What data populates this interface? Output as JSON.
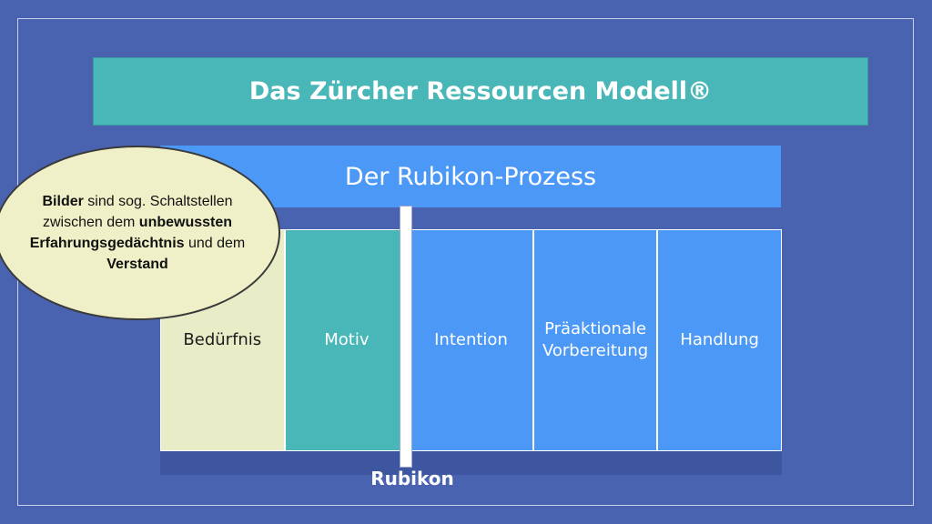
{
  "slide": {
    "title": "Das Zürcher Ressourcen Modell®",
    "subtitle": "Der Rubikon-Prozess",
    "phases": [
      "Bedürfnis",
      "Motiv",
      "Intention",
      "Präaktionale\nVorbereitung",
      "Handlung"
    ],
    "rubikon_label": "Rubikon",
    "callout": {
      "part1_bold": "Bilder",
      "part2": " sind sog. Schaltstellen zwischen dem ",
      "part3_bold": "unbewussten Erfahrungsgedächtnis",
      "part4": " und dem ",
      "part5_bold": "Verstand"
    }
  },
  "colors": {
    "background": "#4a63b0",
    "teal": "#49b7b7",
    "blue": "#4c98f6",
    "cream": "#e8ecc7"
  }
}
